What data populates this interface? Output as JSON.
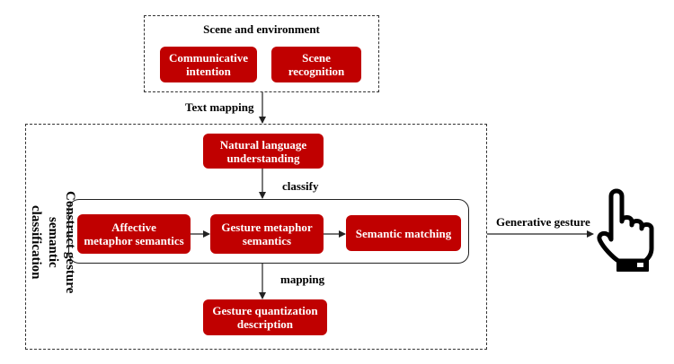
{
  "scene": {
    "title": "Scene and environment",
    "boxes": [
      {
        "label": "Communicative\nintention"
      },
      {
        "label": "Scene\nrecognition"
      }
    ]
  },
  "edges": {
    "text_mapping": "Text mapping",
    "classify": "classify",
    "mapping": "mapping",
    "generative_gesture": "Generative gesture"
  },
  "classification": {
    "side_label": "Construct gesture\nsemantic classification",
    "nlu": "Natural language\nunderstanding",
    "inner": [
      {
        "label": "Affective\nmetaphor semantics"
      },
      {
        "label": "Gesture metaphor\nsemantics"
      },
      {
        "label": "Semantic matching"
      }
    ],
    "quantization": "Gesture quantization\ndescription"
  },
  "colors": {
    "box_fill": "#c00000",
    "box_text": "#ffffff"
  },
  "icons": {
    "output": "pointing-hand-icon"
  }
}
